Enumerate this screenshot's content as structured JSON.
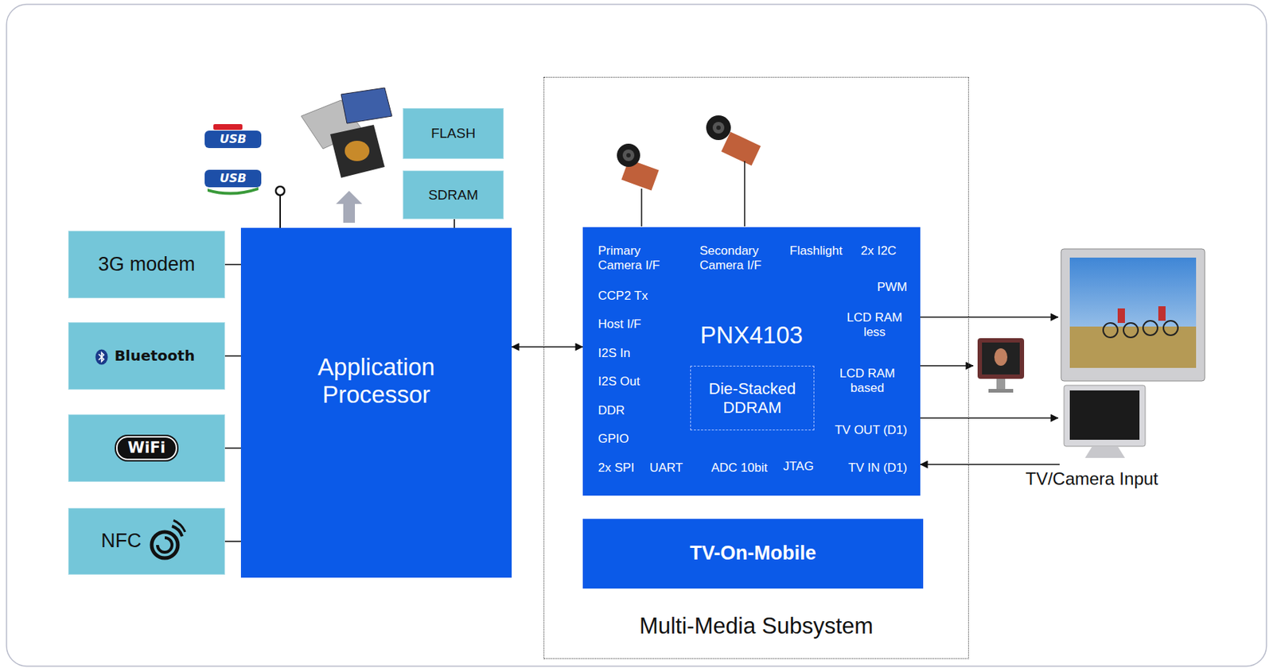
{
  "diagram": {
    "nodes": [
      {
        "text": [
          "3G modem"
        ]
      },
      {
        "text": [
          "Bluetooth"
        ]
      },
      {
        "text": [
          "WiFi"
        ]
      },
      {
        "text": [
          "NFC"
        ]
      },
      {
        "text": [
          "FLASH"
        ]
      },
      {
        "text": [
          "SDRAM"
        ]
      },
      {
        "text": [
          "Application Processor"
        ]
      },
      {
        "text": [
          "Multi-Media Subsystem"
        ]
      },
      {
        "text": [
          "PNX4103"
        ],
        "in": 7
      },
      {
        "text": [
          "Die-Stacked DDRAM"
        ],
        "in": 8
      },
      {
        "text": [
          "TV-On-Mobile"
        ],
        "in": 7
      }
    ],
    "edges": [
      {
        "from": 0,
        "to": 6,
        "arrow": "none"
      },
      {
        "from": 1,
        "to": 6,
        "arrow": "none"
      },
      {
        "from": 2,
        "to": 6,
        "arrow": "none"
      },
      {
        "from": 3,
        "to": 6,
        "arrow": "none"
      },
      {
        "from": 5,
        "to": 6,
        "arrow": "none"
      },
      {
        "from": 6,
        "to": 8,
        "arrow": "both"
      }
    ],
    "labels": [
      "USB",
      "USB",
      "Primary Camera I/F",
      "Secondary Camera I/F",
      "Flashlight",
      "2x I2C",
      "CCP2 Tx",
      "PWM",
      "Host I/F",
      "LCD RAM less",
      "I2S In",
      "LCD RAM based",
      "I2S Out",
      "DDR",
      "TV OUT (D1)",
      "GPIO",
      "2x SPI",
      "UART",
      "ADC 10bit",
      "JTAG",
      "TV IN (D1)",
      "TV/Camera Input"
    ]
  }
}
